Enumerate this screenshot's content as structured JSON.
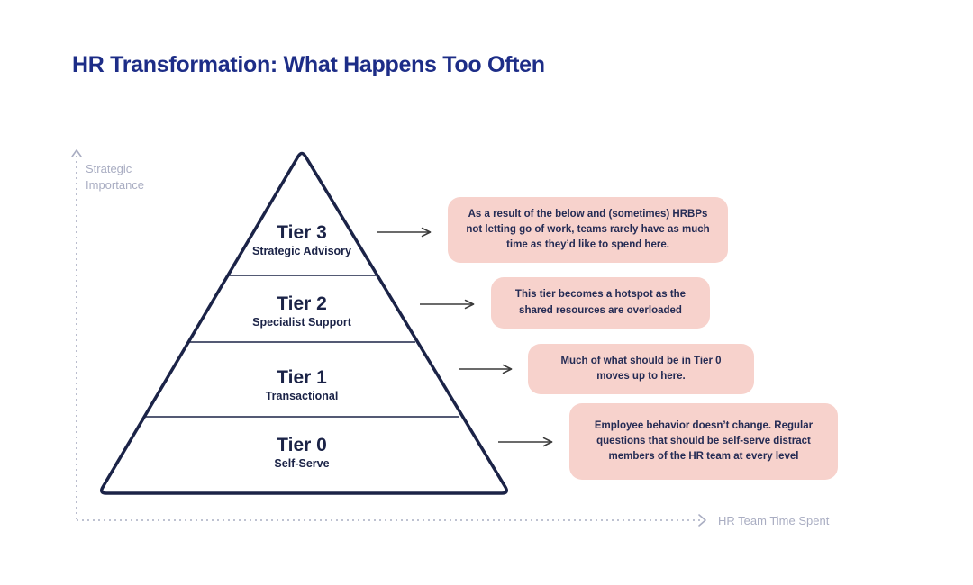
{
  "title": "HR Transformation: What Happens Too Often",
  "axes": {
    "y_label": "Strategic Importance",
    "x_label": "HR Team Time Spent"
  },
  "pyramid": {
    "tiers": [
      {
        "name": "Tier 3",
        "subtitle": "Strategic Advisory",
        "callout": "As a result of the below and (sometimes) HRBPs not letting go of work, teams rarely have as much time as they’d like to spend here."
      },
      {
        "name": "Tier 2",
        "subtitle": "Specialist Support",
        "callout": "This tier becomes a hotspot as the shared resources are overloaded"
      },
      {
        "name": "Tier 1",
        "subtitle": "Transactional",
        "callout": "Much of what should be in Tier 0 moves up to here."
      },
      {
        "name": "Tier 0",
        "subtitle": "Self-Serve",
        "callout": "Employee behavior doesn’t change. Regular questions that should be self-serve distract members of the HR team at every level"
      }
    ]
  },
  "colors": {
    "title": "#1d2d87",
    "pyramid_outline": "#1b2347",
    "tier_text": "#1b2347",
    "callout_background": "#f7d2cc",
    "callout_text": "#242b54",
    "axis_gray": "#a9adc2",
    "arrow_dark": "#3a3a3a"
  }
}
